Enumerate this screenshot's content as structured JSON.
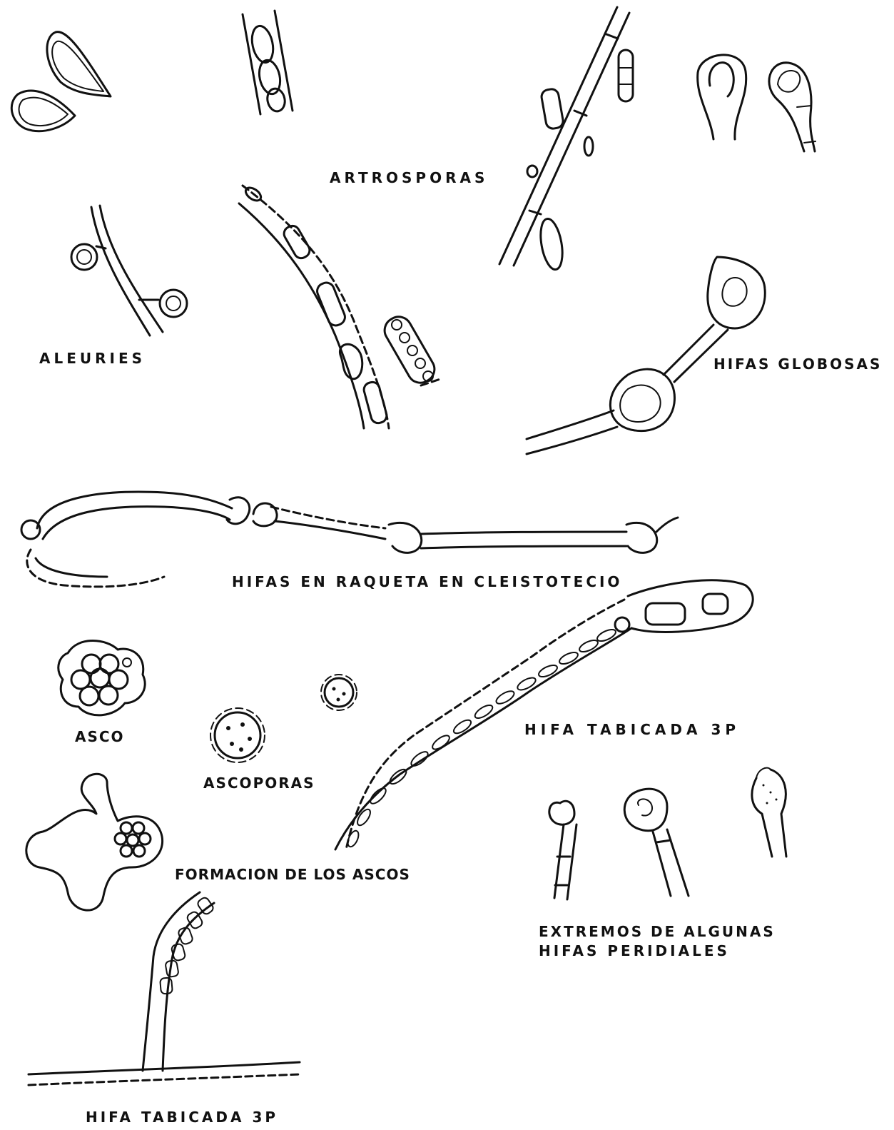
{
  "labels": {
    "artrosporas": "ARTROSPORAS",
    "aleuries": "ALEURIES",
    "hifas_globosas": "HIFAS GLOBOSAS",
    "hifas_raqueta": "HIFAS EN RAQUETA EN CLEISTOTECIO",
    "hifa_tabicada_right": "HIFA TABICADA 3P",
    "asco": "ASCO",
    "ascosporas": "ASCOPORAS",
    "formacion": "FORMACION DE LOS ASCOS",
    "extremos_line1": "EXTREMOS DE ALGUNAS",
    "extremos_line2": "HIFAS PERIDIALES",
    "hifa_tabicada_bottom": "HIFA TABICADA 3P"
  },
  "colors": {
    "ink": "#111111",
    "paper": "#ffffff"
  }
}
